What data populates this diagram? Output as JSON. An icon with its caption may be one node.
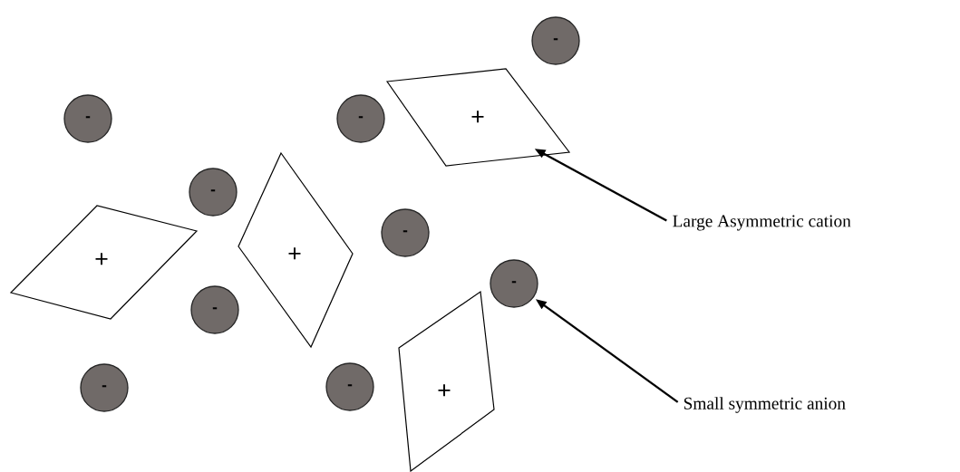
{
  "diagram": {
    "nodes": [
      {
        "text": [
          "-"
        ]
      },
      {
        "text": [
          "+"
        ]
      },
      {
        "text": [
          "-"
        ]
      },
      {
        "text": [
          "-"
        ]
      },
      {
        "text": [
          "-"
        ]
      },
      {
        "text": [
          "+"
        ]
      },
      {
        "text": [
          "-"
        ]
      },
      {
        "text": [
          "+"
        ]
      },
      {
        "text": [
          "-"
        ]
      },
      {
        "text": [
          "-"
        ]
      },
      {
        "text": [
          "-"
        ]
      },
      {
        "text": [
          "-"
        ]
      },
      {
        "text": [
          "+"
        ]
      },
      {
        "text": [
          "Large Asymmetric cation"
        ]
      },
      {
        "text": [
          "Small symmetric anion"
        ]
      }
    ],
    "edges": [
      {
        "from": 13,
        "to": 1,
        "arrow": "to"
      },
      {
        "from": 14,
        "to": 8,
        "arrow": "to"
      }
    ]
  }
}
